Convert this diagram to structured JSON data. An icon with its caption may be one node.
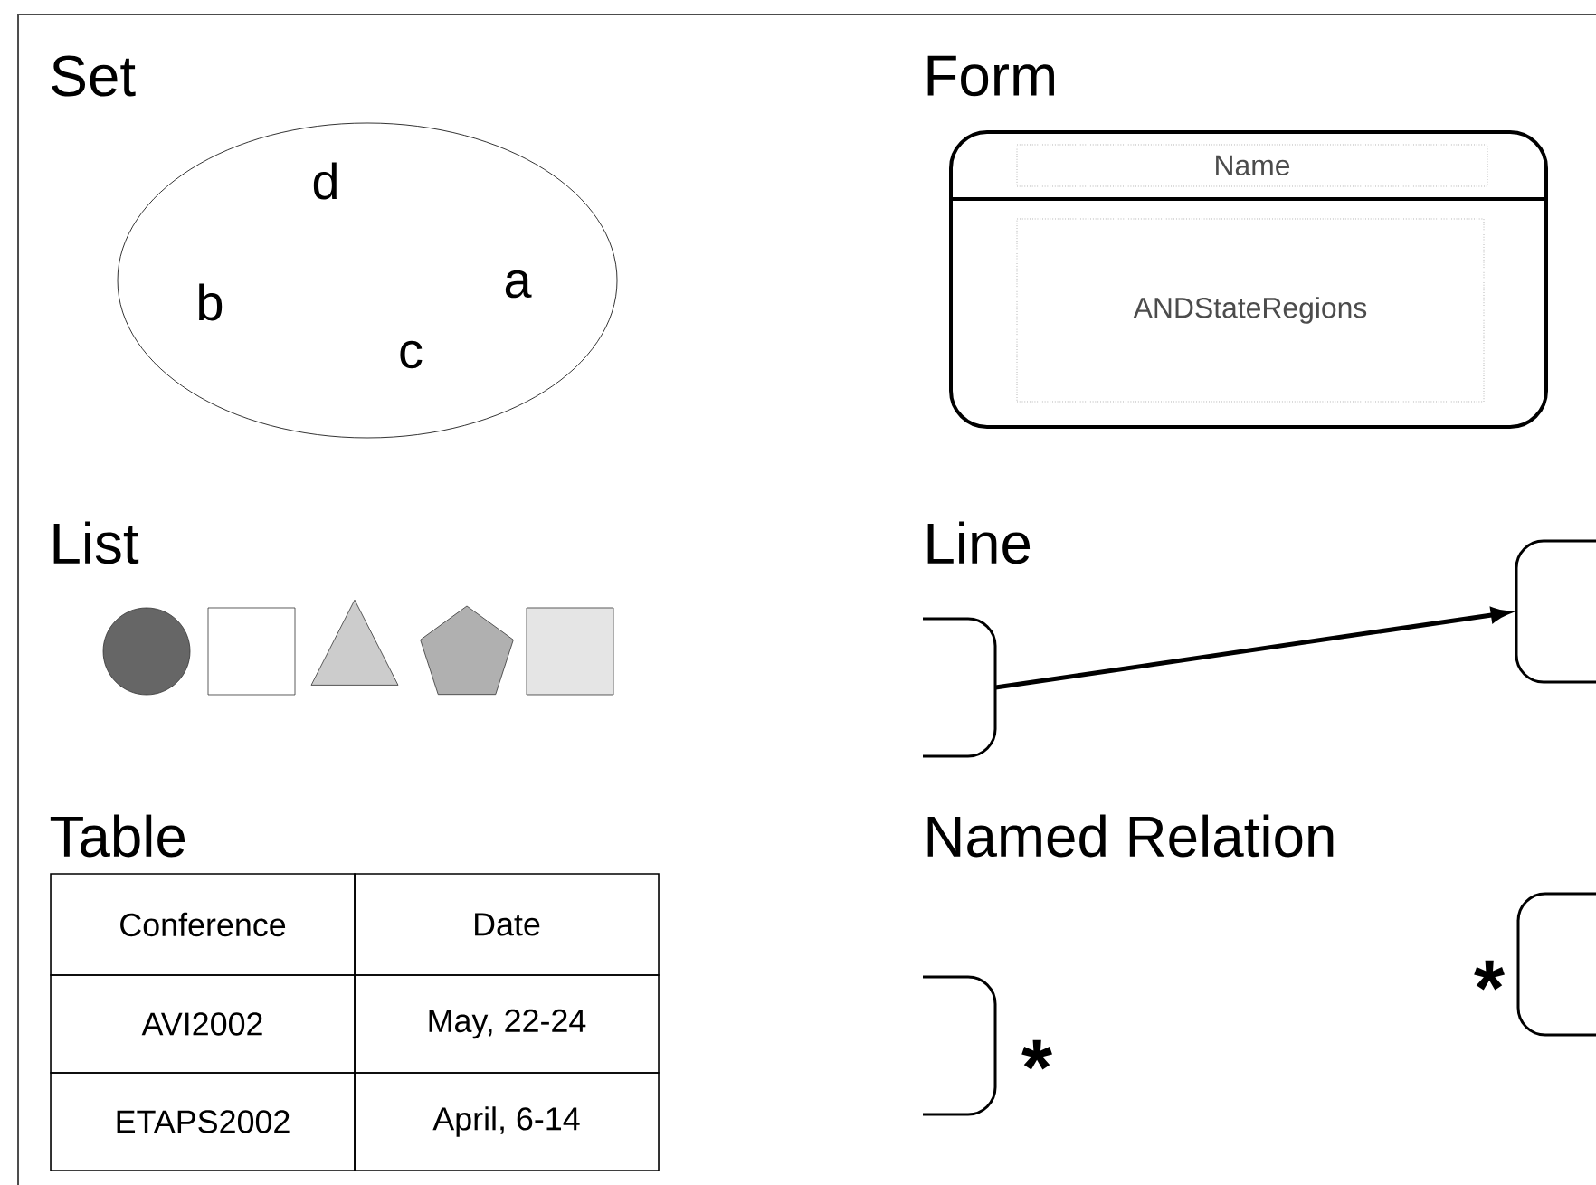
{
  "diagram": {
    "nodes": [
      {
        "text": [
          "d",
          "b",
          "a",
          "c"
        ]
      },
      {
        "text": [
          "Name",
          "ANDStateRegions"
        ]
      },
      {
        "text": [],
        "shape": "circle"
      },
      {
        "text": [],
        "shape": "box"
      },
      {
        "text": [],
        "shape": "triangle"
      },
      {
        "text": [],
        "shape": "pentagon"
      },
      {
        "text": [],
        "shape": "box"
      },
      {
        "text": [],
        "shape": "bracket"
      },
      {
        "text": [],
        "shape": "bracket"
      },
      {
        "text": [],
        "shape": "bracket"
      },
      {
        "text": [],
        "shape": "bracket"
      }
    ],
    "edges": [
      {
        "from": 7,
        "to": 8,
        "arrow": "to"
      }
    ],
    "labels": [
      "Set",
      "Form",
      "List",
      "Line",
      "Table",
      "Named Relation",
      "Conference",
      "Date",
      "AVI2002",
      "May, 22-24",
      "ETAPS2002",
      "April, 6-14",
      "*",
      "*"
    ]
  }
}
